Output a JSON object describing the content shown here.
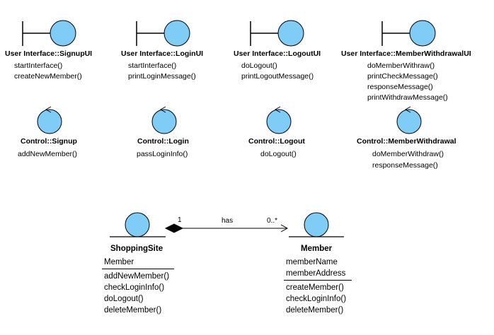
{
  "colors": {
    "fill": "#7fcdf7",
    "stroke": "#000000"
  },
  "boundaries": [
    {
      "title": "User Interface::SignupUI",
      "ops": [
        "startInterface()",
        "createNewMember()"
      ]
    },
    {
      "title": "User Interface::LoginUI",
      "ops": [
        "startInterface()",
        "printLoginMessage()"
      ]
    },
    {
      "title": "User Interface::LogoutUI",
      "ops": [
        "doLogout()",
        "printLogoutMessage()"
      ]
    },
    {
      "title": "User Interface::MemberWithdrawalUI",
      "ops": [
        "doMemberWithraw()",
        "printCheckMessage()",
        "responseMessage()",
        "printWithdrawMessage()"
      ]
    }
  ],
  "controls": [
    {
      "title": "Control::Signup",
      "ops": [
        "addNewMember()"
      ]
    },
    {
      "title": "Control::Login",
      "ops": [
        "passLoginInfo()"
      ]
    },
    {
      "title": "Control::Logout",
      "ops": [
        "doLogout()"
      ]
    },
    {
      "title": "Control::MemberWithdrawal",
      "ops": [
        "doMemberWithdraw()",
        "responseMessage()"
      ]
    }
  ],
  "entities": [
    {
      "title": "ShoppingSite",
      "attrs": [
        "Member"
      ],
      "ops": [
        "addNewMember()",
        "checkLoginInfo()",
        "doLogout()",
        "deleteMember()"
      ]
    },
    {
      "title": "Member",
      "attrs": [
        "memberName",
        "memberAddress"
      ],
      "ops": [
        "createMember()",
        "checkLoginInfo()",
        "deleteMember()"
      ]
    }
  ],
  "association": {
    "label": "has",
    "source_mult": "1",
    "target_mult": "0..*"
  }
}
